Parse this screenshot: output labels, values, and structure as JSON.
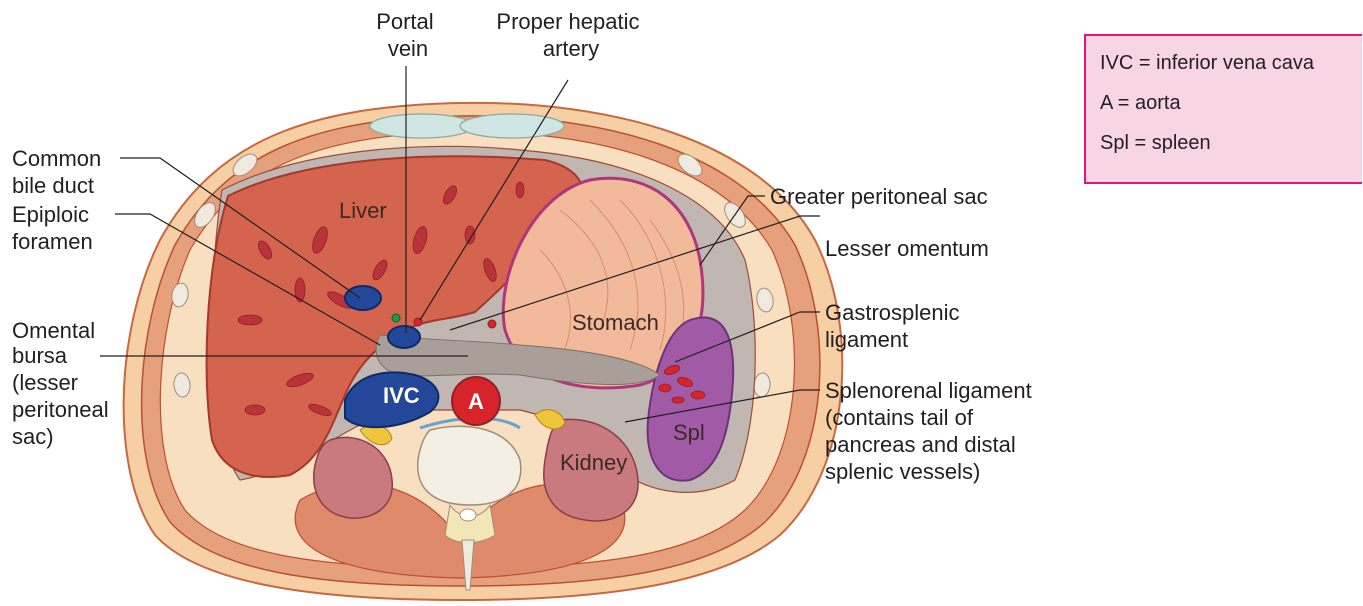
{
  "labels": {
    "portal_vein": [
      "Portal",
      "vein"
    ],
    "proper_hepatic_artery": [
      "Proper hepatic",
      "artery"
    ],
    "common_bile_duct": [
      "Common",
      "bile duct"
    ],
    "epiploic_foramen": [
      "Epiploic",
      "foramen"
    ],
    "omental_bursa": [
      "Omental",
      "bursa",
      "(lesser",
      "peritoneal",
      "sac)"
    ],
    "greater_peritoneal_sac": "Greater peritoneal sac",
    "lesser_omentum": "Lesser omentum",
    "gastrosplenic_ligament": [
      "Gastrosplenic",
      "ligament"
    ],
    "splenorenal_ligament": [
      "Splenorenal ligament",
      "(contains tail of",
      "pancreas and distal",
      "splenic vessels)"
    ]
  },
  "organs": {
    "liver": "Liver",
    "stomach": "Stomach",
    "ivc": "IVC",
    "aorta": "A",
    "kidney": "Kidney",
    "spleen": "Spl"
  },
  "legend": {
    "items": [
      "IVC = inferior vena cava",
      "A = aorta",
      "Spl = spleen"
    ]
  },
  "colors": {
    "border_accent": "#e4147f",
    "legend_fill": "#f7d5e3",
    "liver": "#d4644e",
    "stomach": "#f2b99a",
    "spleen": "#a05aa6",
    "vein": "#23489a",
    "artery": "#d7242b",
    "kidney": "#c97a7e",
    "peritoneal_sac": "#c0b7b3"
  }
}
